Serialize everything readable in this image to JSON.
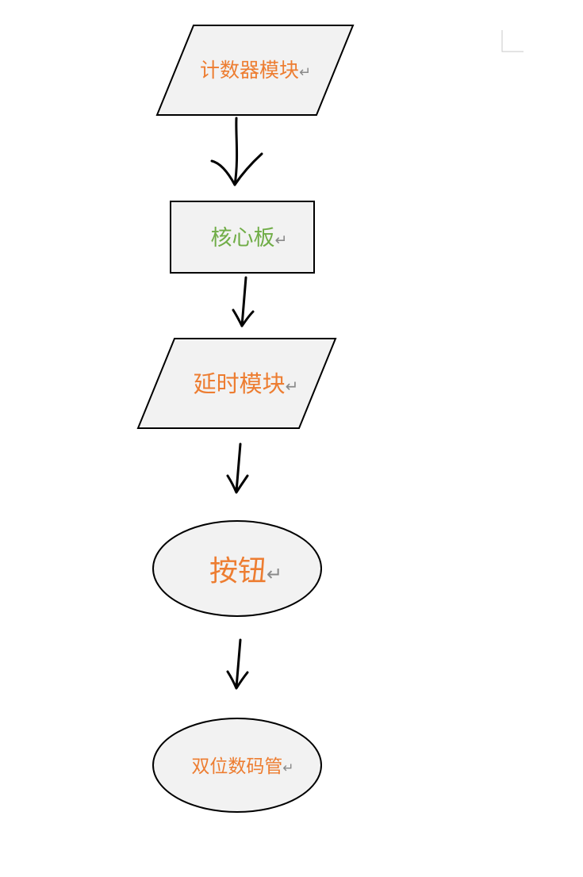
{
  "nodes": [
    {
      "id": "counter-module",
      "shape": "parallelogram",
      "label": "计数器模块",
      "color": "#ed7d31"
    },
    {
      "id": "core-board",
      "shape": "rectangle",
      "label": "核心板",
      "color": "#70ad47"
    },
    {
      "id": "delay-module",
      "shape": "parallelogram",
      "label": "延时模块",
      "color": "#ed7d31"
    },
    {
      "id": "button",
      "shape": "ellipse",
      "label": "按钮",
      "color": "#ed7d31"
    },
    {
      "id": "dual-digit-display",
      "shape": "ellipse",
      "label": "双位数码管",
      "color": "#ed7d31"
    }
  ],
  "edges": [
    {
      "from": "counter-module",
      "to": "core-board"
    },
    {
      "from": "core-board",
      "to": "delay-module"
    },
    {
      "from": "delay-module",
      "to": "button"
    },
    {
      "from": "button",
      "to": "dual-digit-display"
    }
  ],
  "paragraph_mark": "↵",
  "colors": {
    "shape_fill": "#f2f2f2",
    "stroke": "#000000"
  }
}
